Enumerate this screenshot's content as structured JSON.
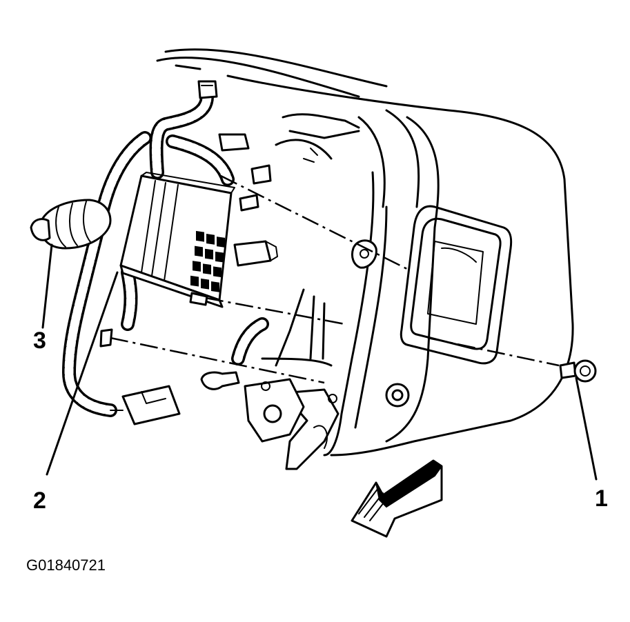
{
  "callouts": [
    {
      "id": "1",
      "label": "1"
    },
    {
      "id": "2",
      "label": "2"
    },
    {
      "id": "3",
      "label": "3"
    }
  ],
  "figure_id": "G01840721",
  "colors": {
    "line": "#000000",
    "background": "#ffffff"
  }
}
